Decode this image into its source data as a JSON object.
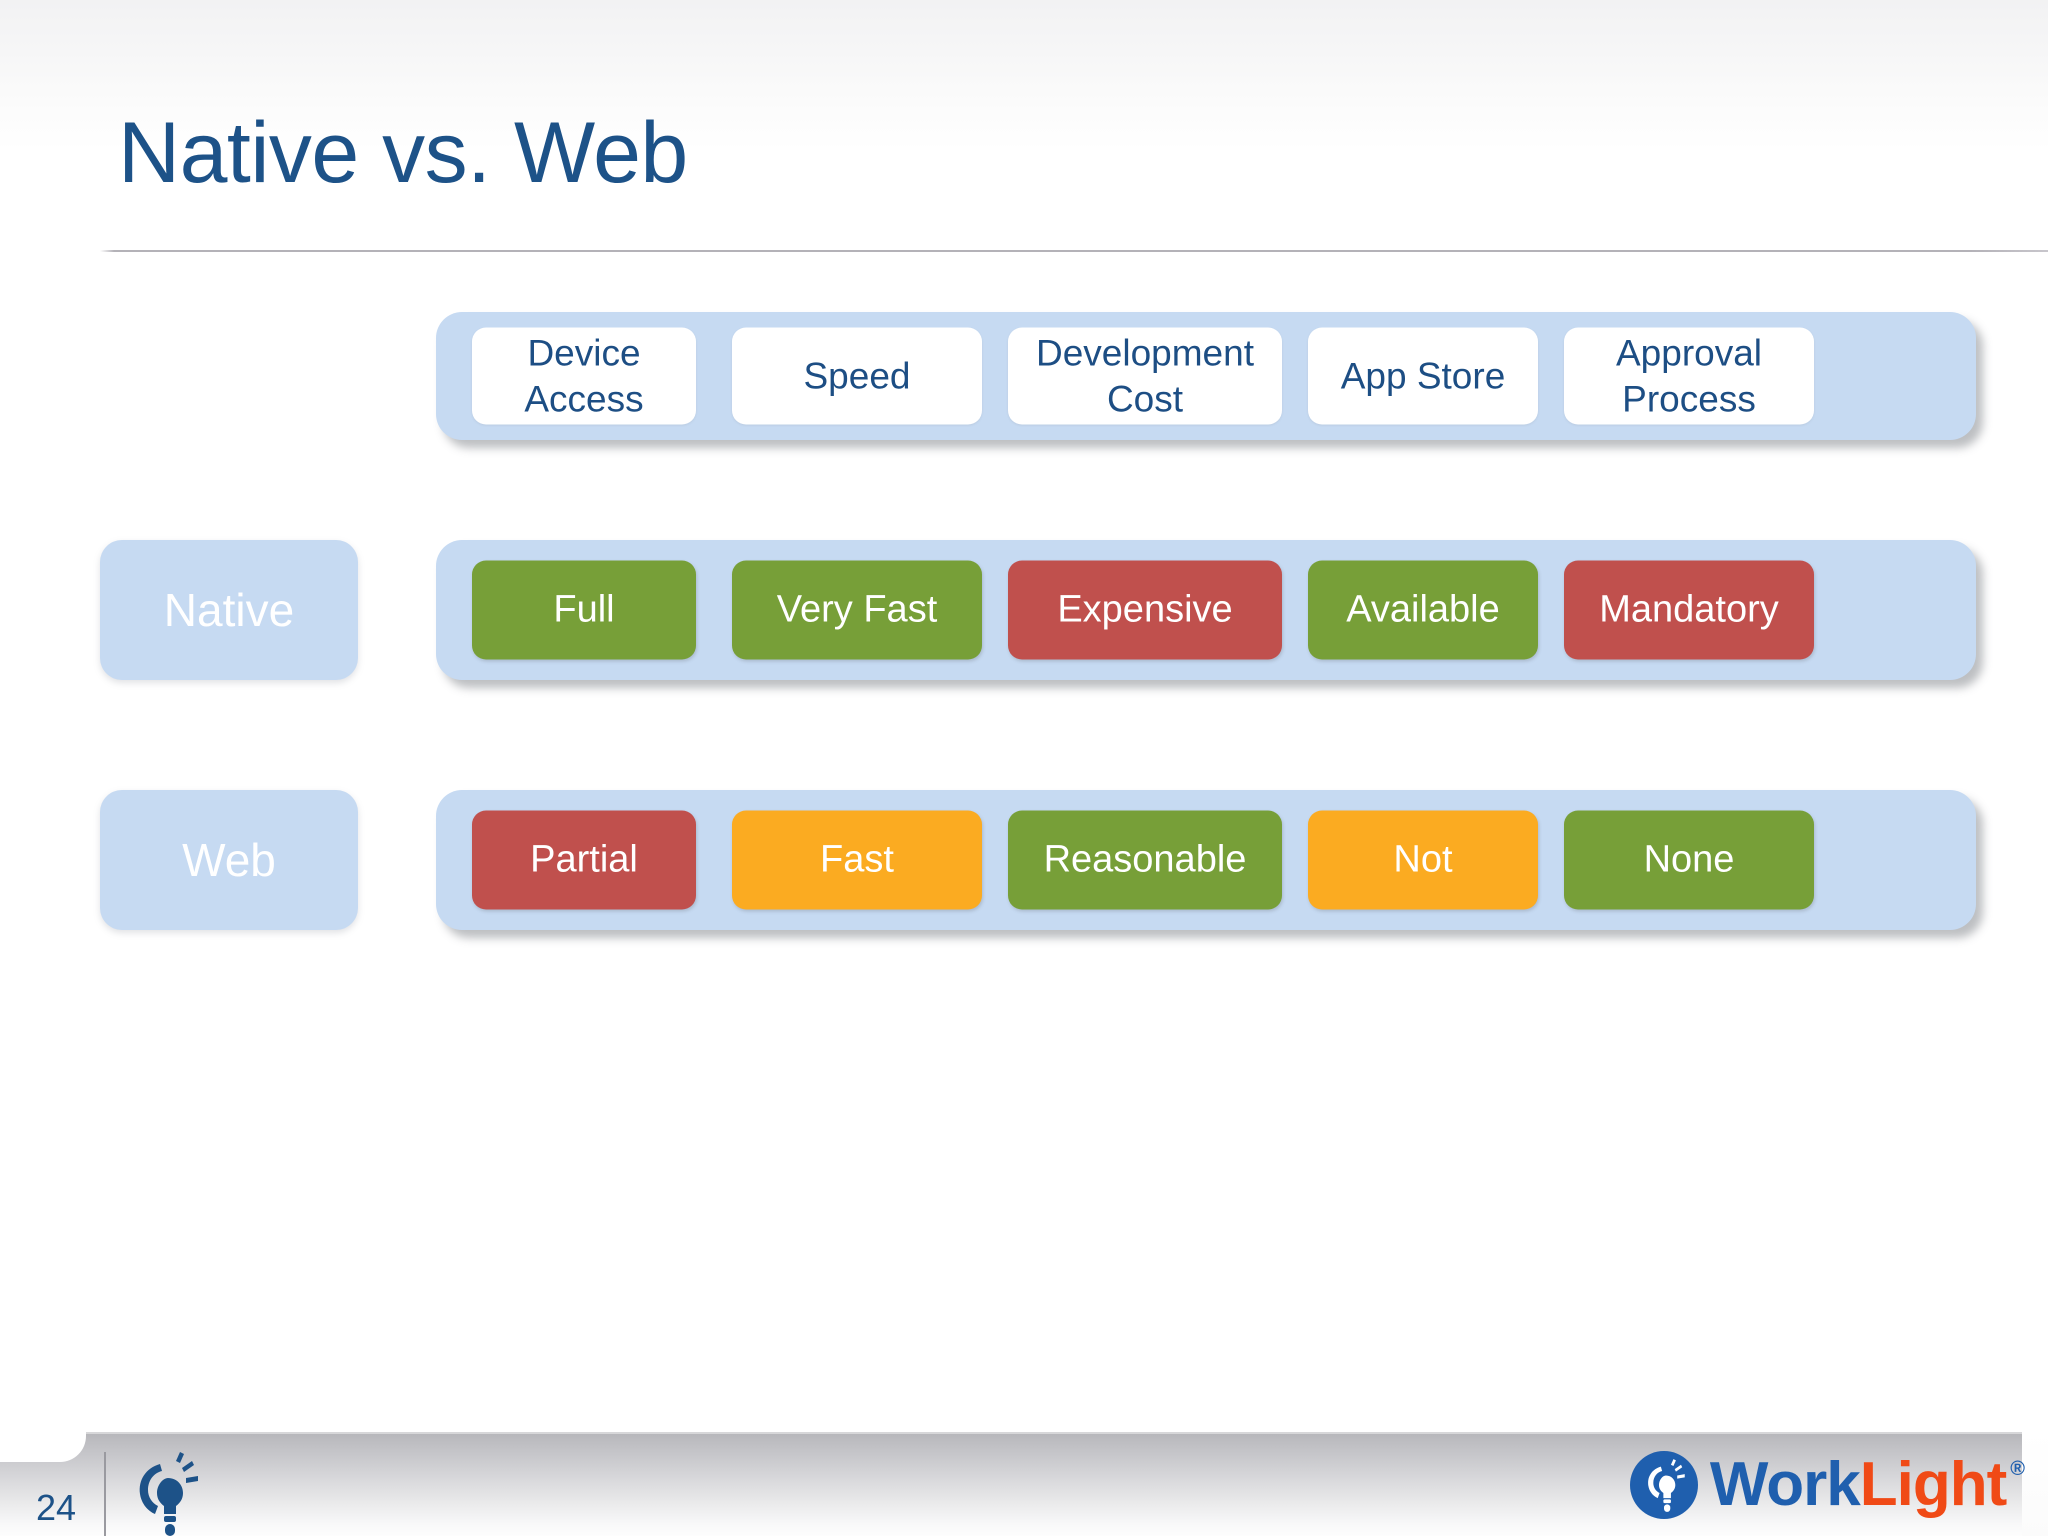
{
  "slide": {
    "title": "Native vs. Web",
    "page_number": "24",
    "title_color": "#1d5288",
    "track_color": "#c6daf2"
  },
  "matrix": {
    "header": {
      "label": "",
      "cells": [
        {
          "text": "Device Access",
          "style": "white"
        },
        {
          "text": "Speed",
          "style": "white"
        },
        {
          "text": "Development Cost",
          "style": "white"
        },
        {
          "text": "App Store",
          "style": "white"
        },
        {
          "text": "Approval Process",
          "style": "white"
        }
      ]
    },
    "rows": [
      {
        "label": "Native",
        "cells": [
          {
            "text": "Full",
            "style": "green"
          },
          {
            "text": "Very Fast",
            "style": "green"
          },
          {
            "text": "Expensive",
            "style": "red"
          },
          {
            "text": "Available",
            "style": "green"
          },
          {
            "text": "Mandatory",
            "style": "red"
          }
        ]
      },
      {
        "label": "Web",
        "cells": [
          {
            "text": "Partial",
            "style": "red"
          },
          {
            "text": "Fast",
            "style": "orange"
          },
          {
            "text": "Reasonable",
            "style": "green"
          },
          {
            "text": "Not",
            "style": "orange"
          },
          {
            "text": "None",
            "style": "green"
          }
        ]
      }
    ]
  },
  "colors": {
    "green": "#779f38",
    "red": "#c0504d",
    "orange": "#fbab21",
    "white": "#ffffff",
    "navy_text": "#1d4e84",
    "light_blue": "#c6daf2"
  },
  "footer": {
    "page_number": "24",
    "logo": {
      "word_primary": "Work",
      "word_secondary": "Light",
      "registered": "®",
      "primary_color": "#1f5fae",
      "secondary_color": "#f04a16"
    }
  }
}
